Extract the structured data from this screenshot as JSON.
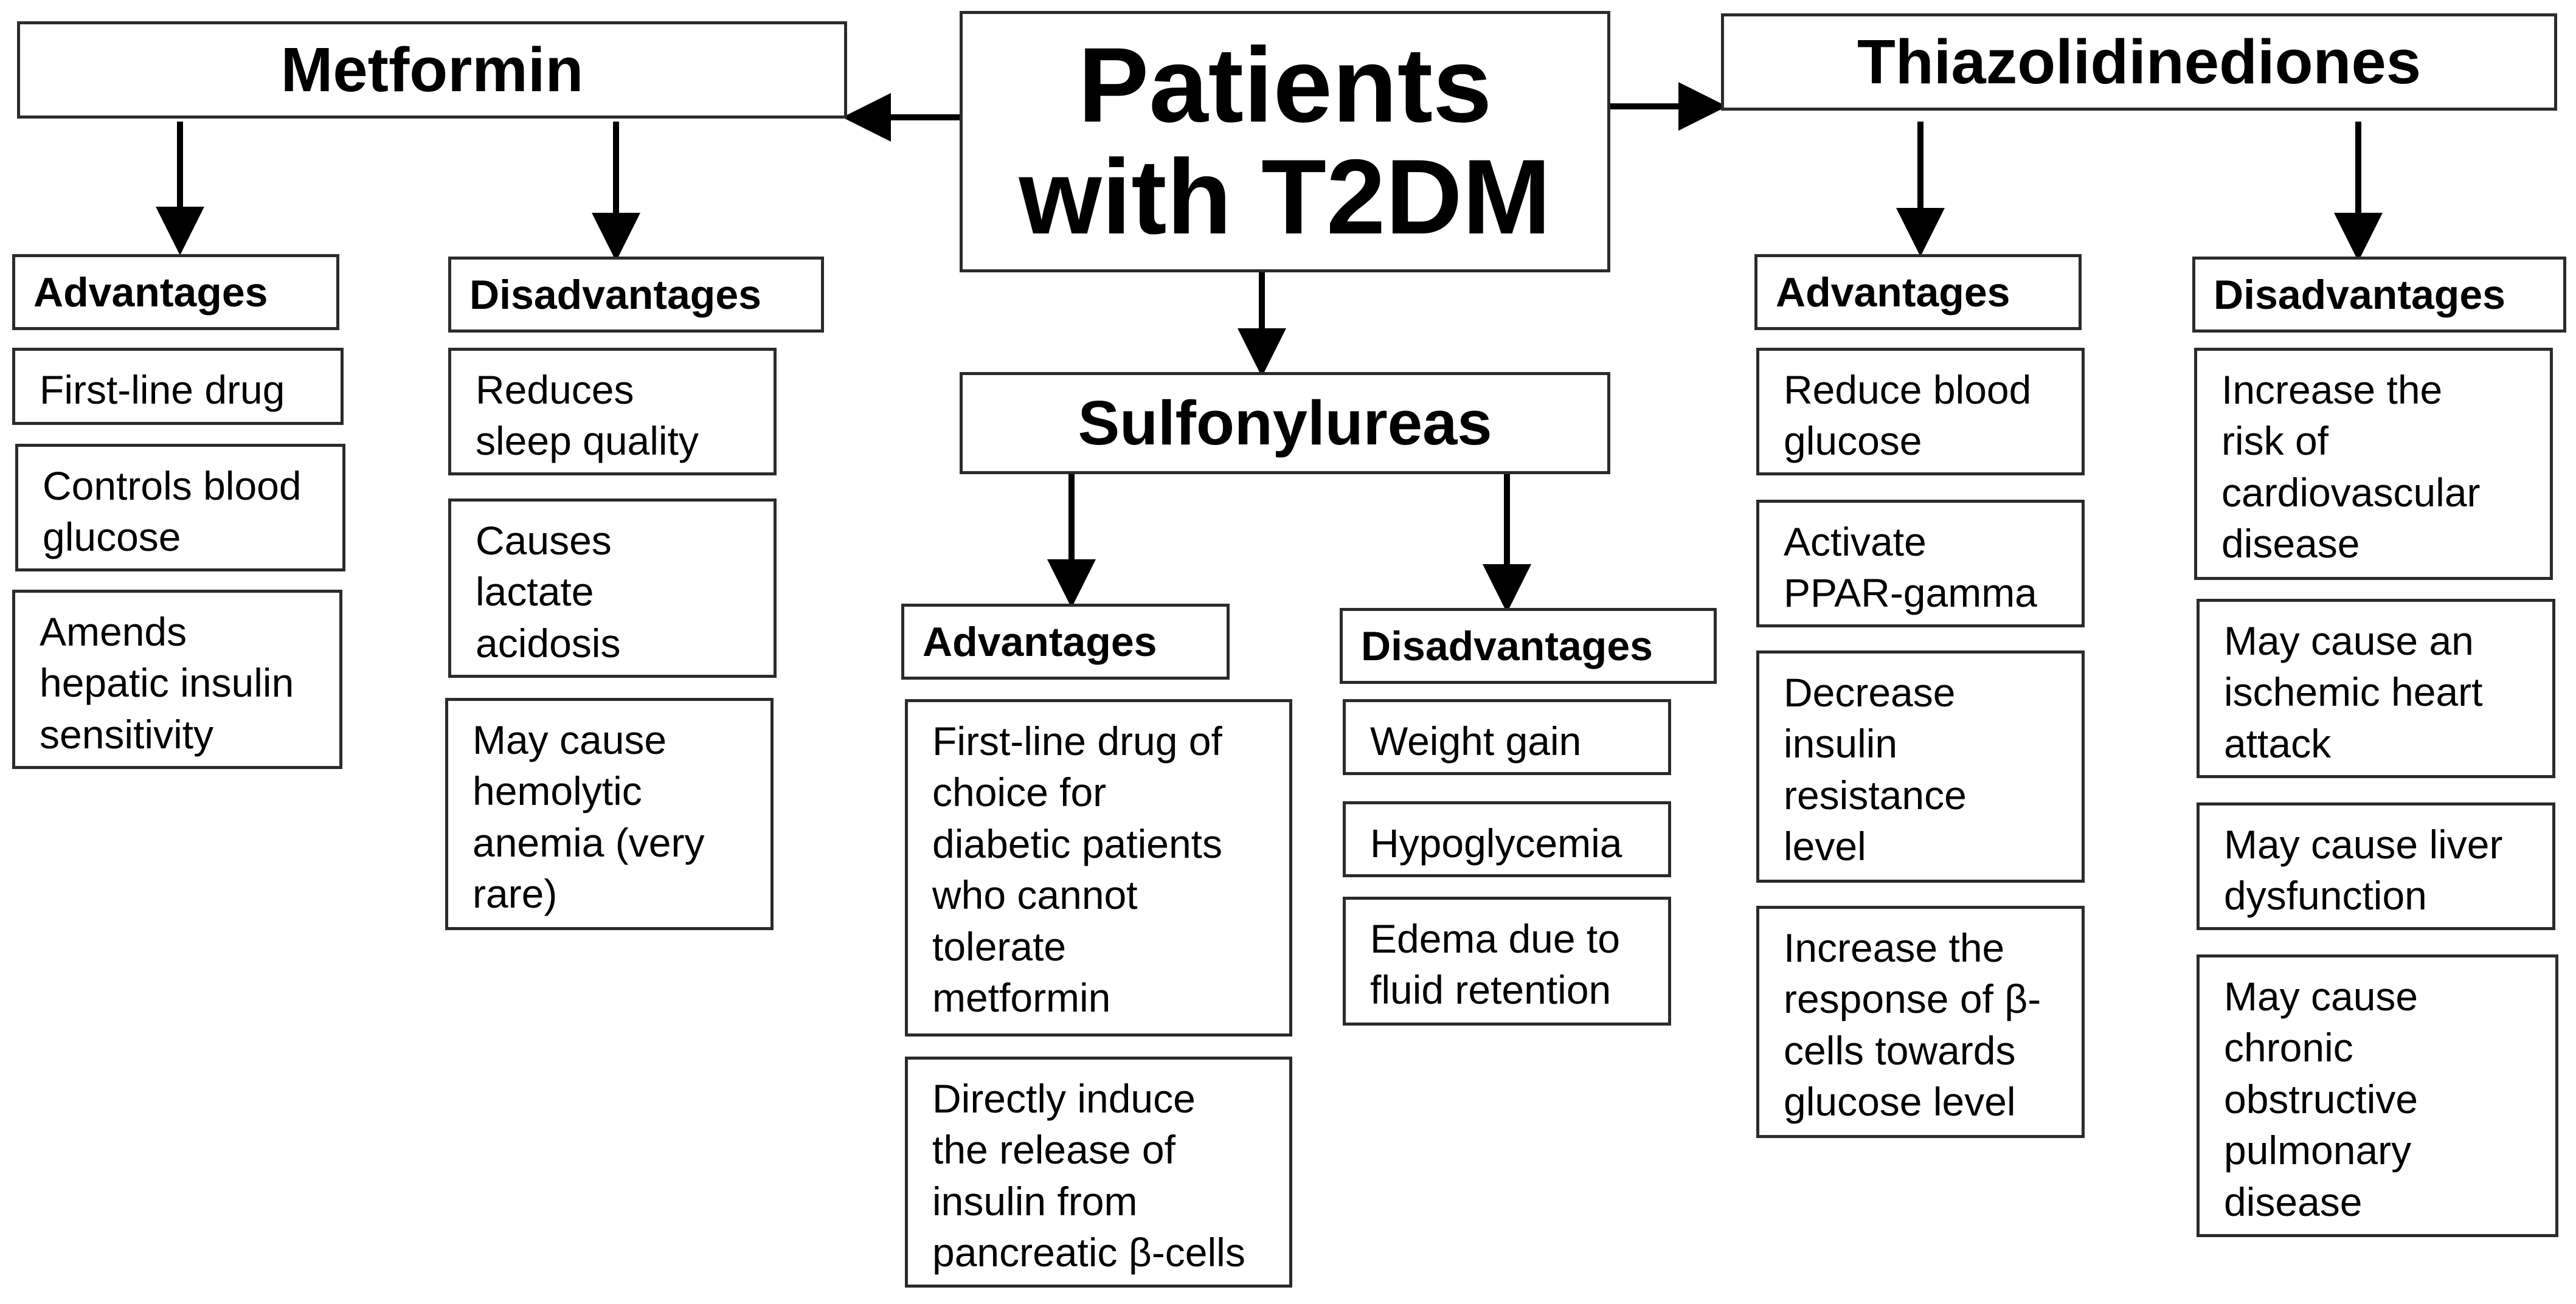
{
  "center": {
    "label": "Patients\nwith T2DM"
  },
  "metformin": {
    "title": "Metformin",
    "advantages": {
      "label": "Advantages",
      "items": [
        "First-line drug",
        "Controls blood\nglucose",
        "Amends\nhepatic insulin\nsensitivity"
      ]
    },
    "disadvantages": {
      "label": "Disadvantages",
      "items": [
        "Reduces\nsleep quality",
        "Causes\nlactate\nacidosis",
        "May cause\nhemolytic\nanemia (very\nrare)"
      ]
    }
  },
  "sulfonylureas": {
    "title": "Sulfonylureas",
    "advantages": {
      "label": "Advantages",
      "items": [
        "First-line drug of\nchoice for\ndiabetic patients\nwho cannot\ntolerate\nmetformin",
        "Directly induce\nthe release of\ninsulin from\npancreatic β-cells"
      ]
    },
    "disadvantages": {
      "label": "Disadvantages",
      "items": [
        "Weight gain",
        "Hypoglycemia",
        "Edema due to\nfluid retention"
      ]
    }
  },
  "thiazolidinediones": {
    "title": "Thiazolidinediones",
    "advantages": {
      "label": "Advantages",
      "items": [
        "Reduce blood\nglucose",
        "Activate\nPPAR-gamma",
        "Decrease\ninsulin\nresistance\nlevel",
        "Increase the\nresponse of β-\ncells towards\nglucose level"
      ]
    },
    "disadvantages": {
      "label": "Disadvantages",
      "items": [
        "Increase the\nrisk of\ncardiovascular\ndisease",
        "May cause an\nischemic heart\nattack",
        "May cause liver\ndysfunction",
        "May cause\nchronic\nobstructive\npulmonary\ndisease"
      ]
    }
  }
}
